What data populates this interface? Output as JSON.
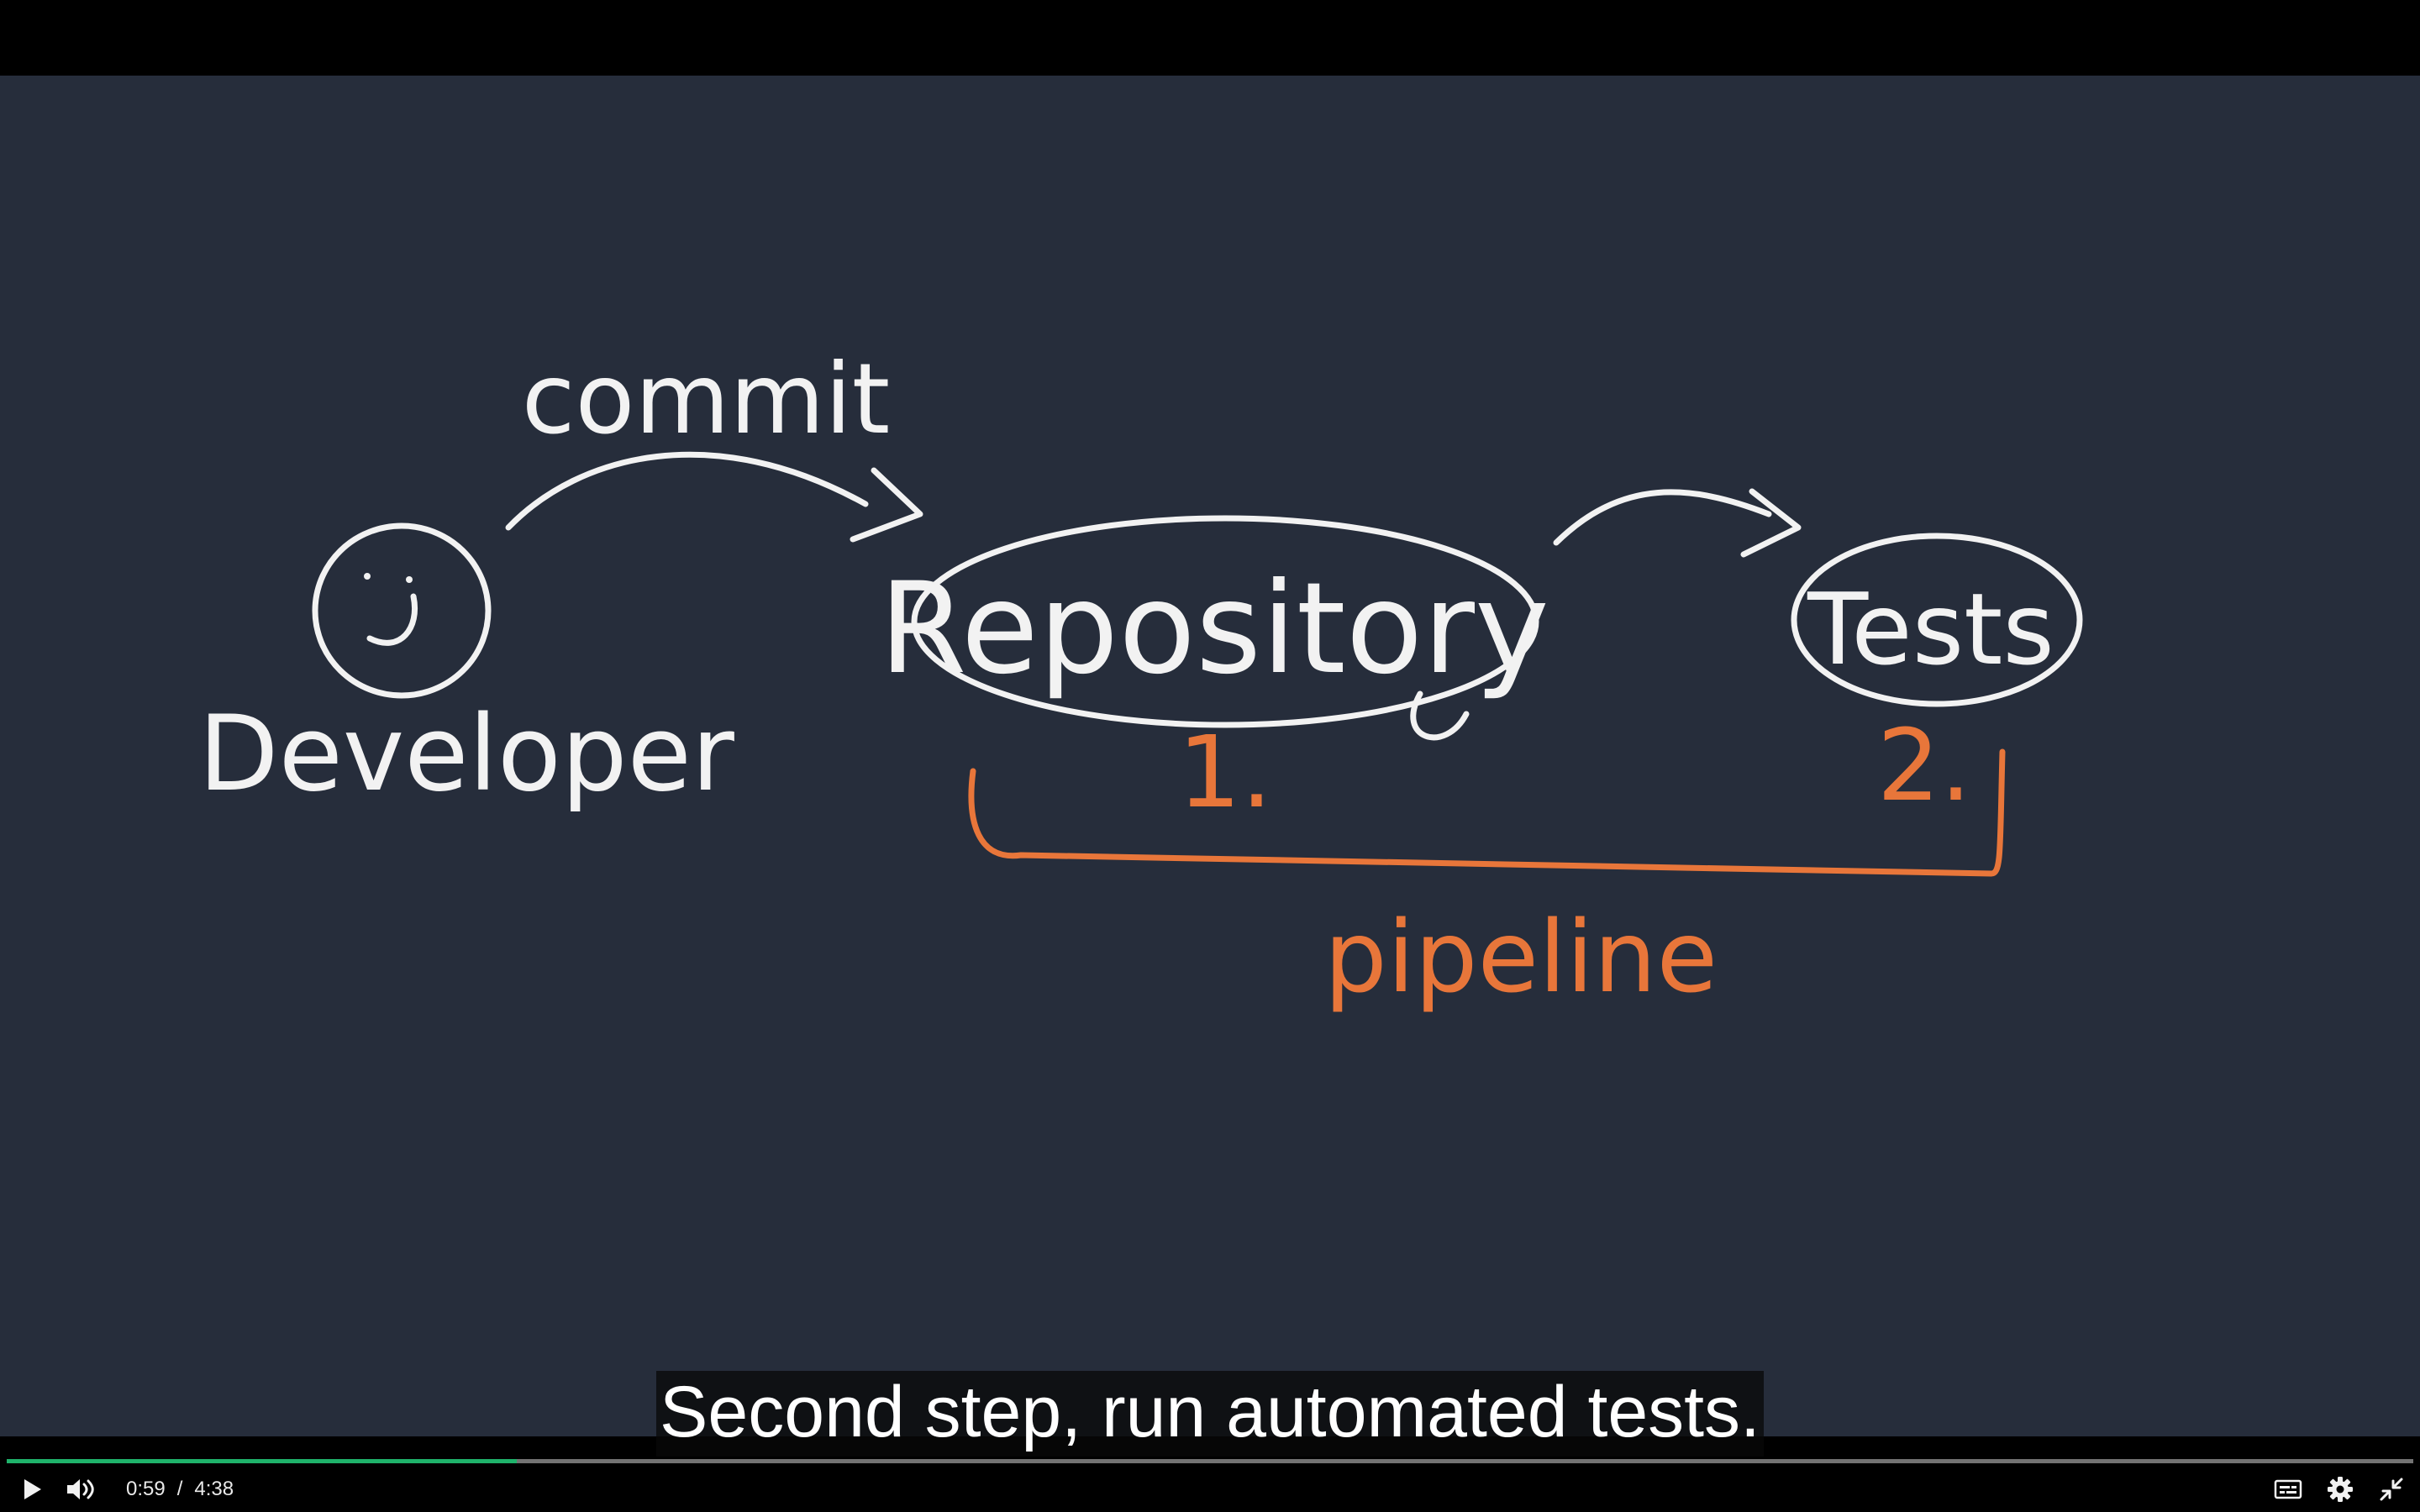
{
  "diagram": {
    "developer_label": "Developer",
    "commit_label": "commit",
    "repository_label": "Repository",
    "tests_label": "Tests",
    "step1_label": "1.",
    "step2_label": "2.",
    "pipeline_label": "pipeline",
    "colors": {
      "background": "#262d3b",
      "chalk": "#f2f2f2",
      "accent": "#e8763a"
    }
  },
  "caption": {
    "text": "Second step, run automated tests."
  },
  "player": {
    "current_time": "0:59",
    "separator": "/",
    "duration": "4:38",
    "progress_fraction": 0.212,
    "progress_color": "#1fb36b",
    "icons": {
      "play": "play-icon",
      "volume": "volume-icon",
      "captions": "captions-icon",
      "settings": "gear-icon",
      "exit_fullscreen": "exit-fullscreen-icon"
    }
  }
}
